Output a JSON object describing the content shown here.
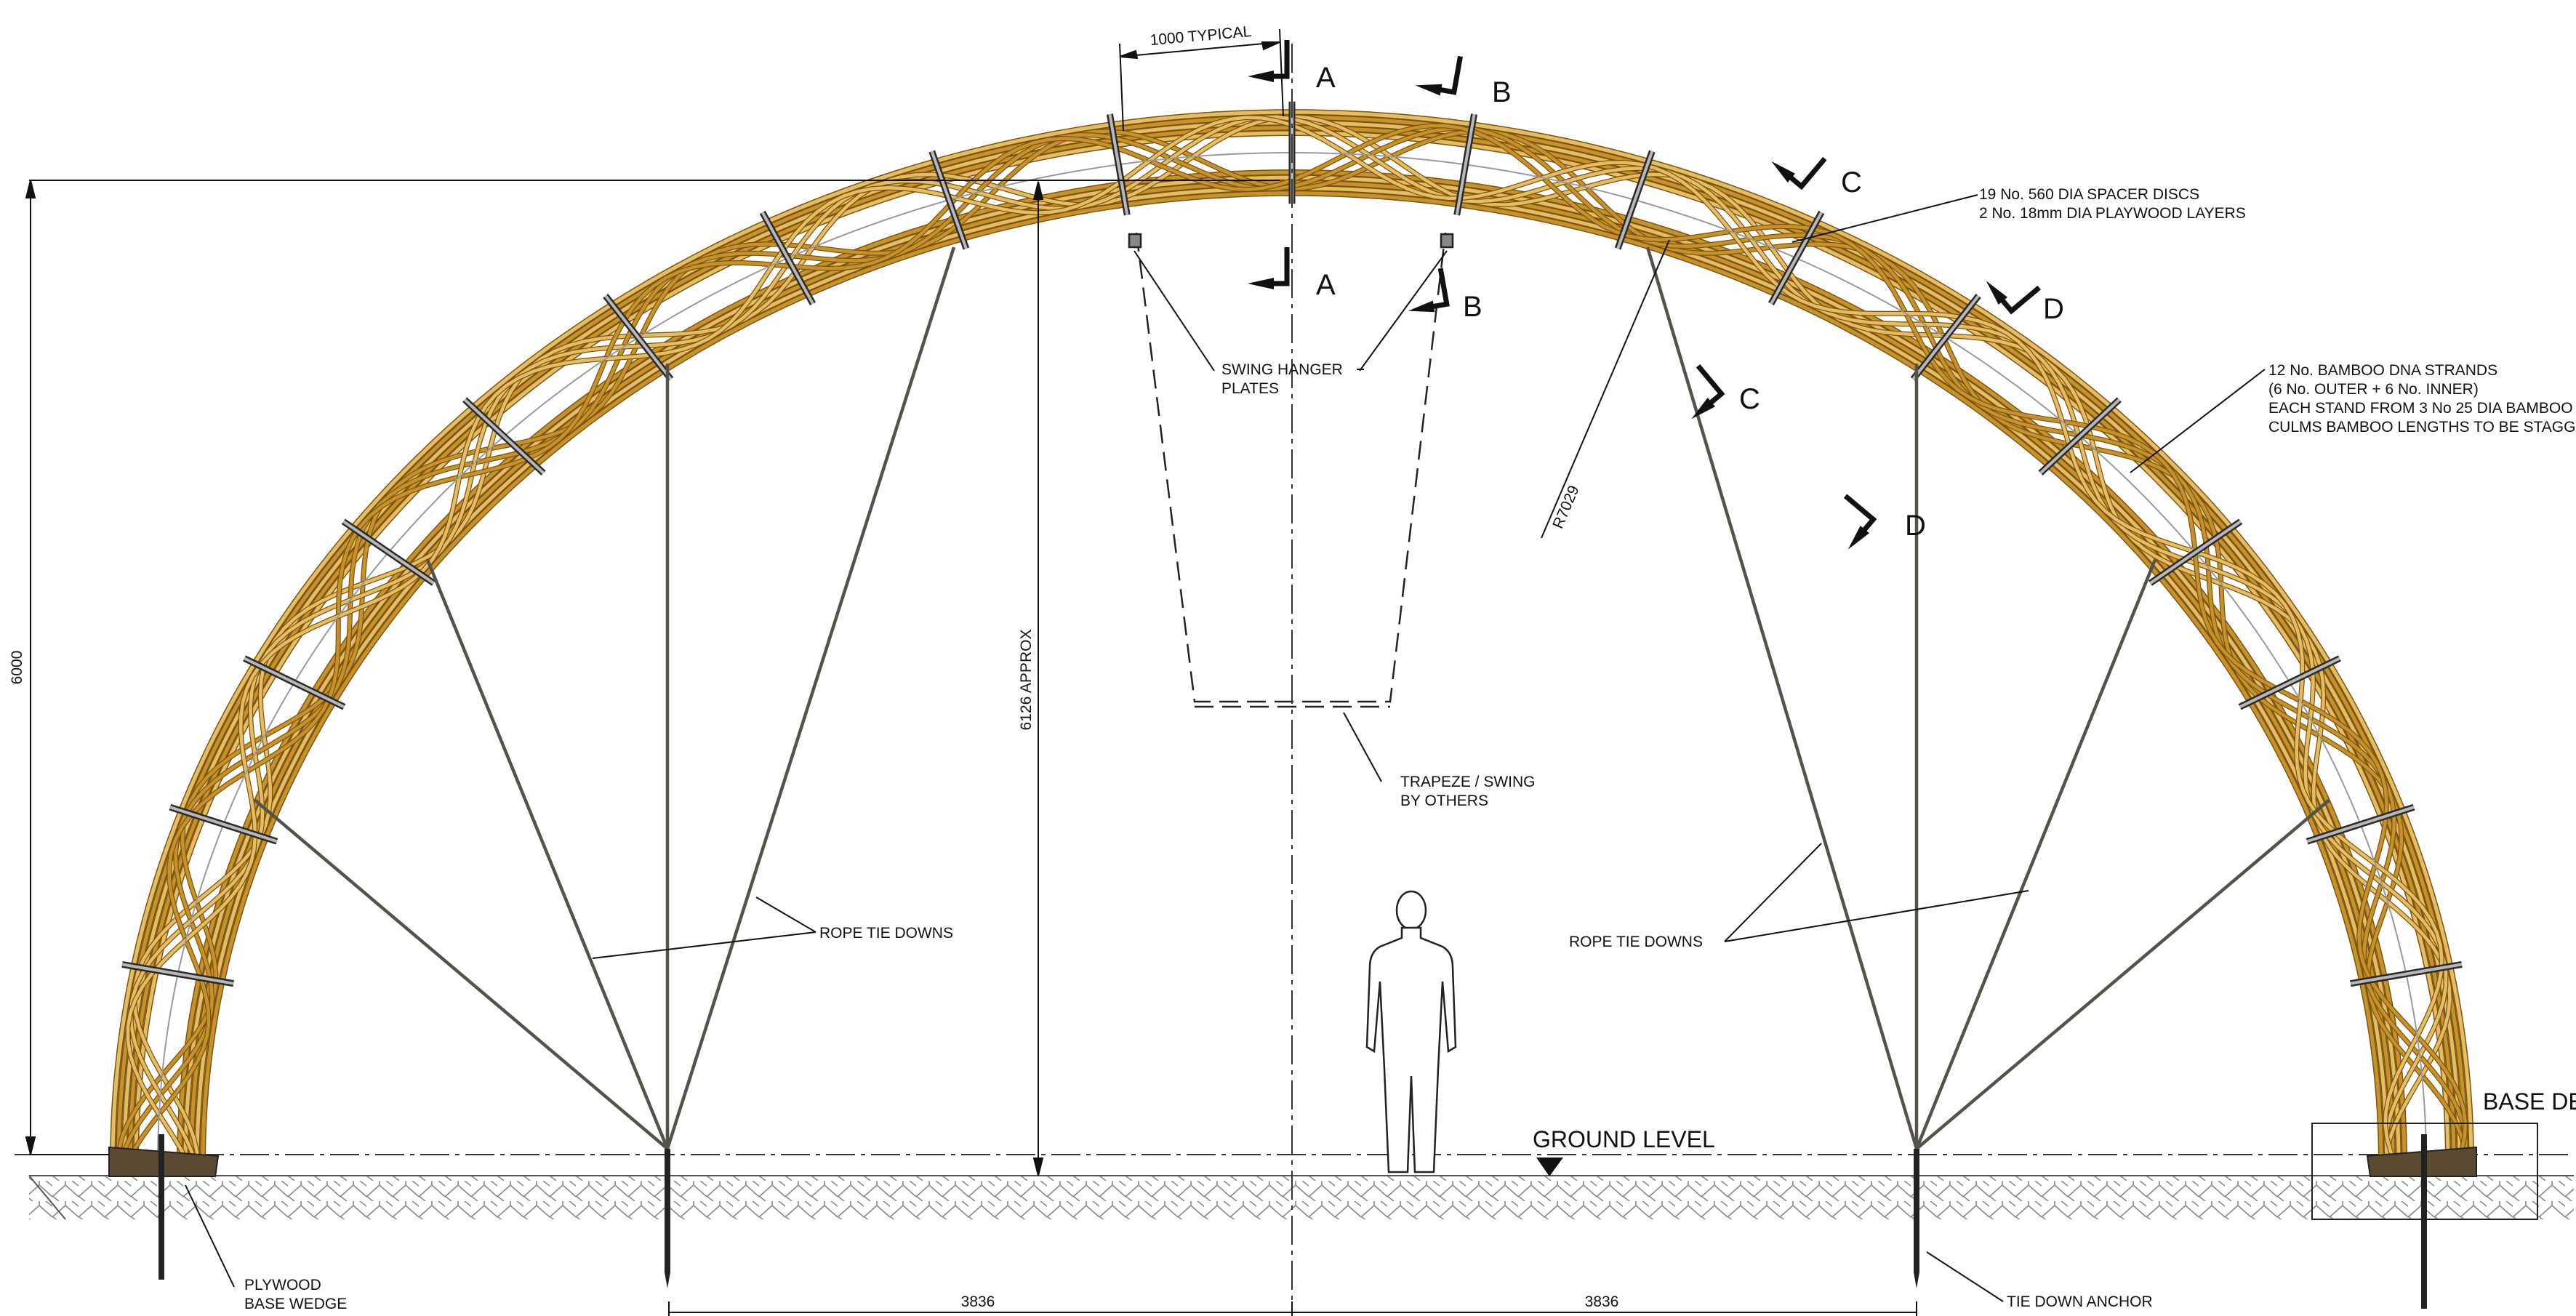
{
  "drawing": {
    "dimensions": {
      "typical_spacing": "1000 TYPICAL",
      "overall_height": "6000",
      "centre_height": "6126 APPROX",
      "radius": "R7029",
      "half_span_left": "3836",
      "half_span_right": "3836"
    },
    "section_marks": [
      "A",
      "A",
      "B",
      "B",
      "C",
      "C",
      "D",
      "D"
    ],
    "notes": {
      "spacer_discs_1": "19 No. 560 DIA SPACER DISCS",
      "spacer_discs_2": "2 No. 18mm DIA PLAYWOOD LAYERS",
      "bamboo_1": "12 No. BAMBOO DNA STRANDS",
      "bamboo_2": "(6 No. OUTER + 6 No. INNER)",
      "bamboo_3": "EACH STAND FROM 3 No 25 DIA BAMBOO",
      "bamboo_4": "CULMS BAMBOO LENGTHS TO BE STAGGERED",
      "swing_hanger_1": "SWING HANGER",
      "swing_hanger_2": "PLATES",
      "trapeze_1": "TRAPEZE / SWING",
      "trapeze_2": "BY OTHERS",
      "rope_left": "ROPE TIE DOWNS",
      "rope_right": "ROPE TIE DOWNS",
      "ground": "GROUND LEVEL",
      "base_detail": "BASE DETAIL",
      "plywood_1": "PLYWOOD",
      "plywood_2": "BASE WEDGE",
      "anchor": "TIE DOWN ANCHOR"
    },
    "colors": {
      "bamboo": "#c8922a",
      "bamboo_dark": "#7a5512",
      "bamboo_light": "#e6bd62",
      "line": "#111111",
      "rope": "#55524a",
      "base": "#5a4a32"
    }
  }
}
